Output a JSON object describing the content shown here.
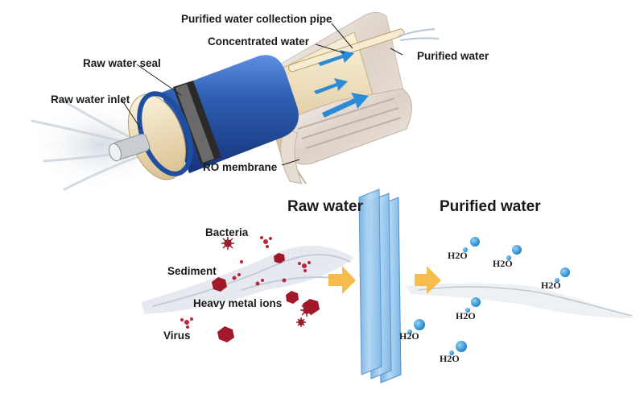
{
  "filter_labels": {
    "collection_pipe": "Purified water collection pipe",
    "concentrated": "Concentrated water",
    "purified": "Purified water",
    "raw_seal": "Raw water seal",
    "raw_inlet": "Raw water inlet",
    "membrane": "RO membrane"
  },
  "process_labels": {
    "raw_water": "Raw water",
    "purified_water": "Purified water"
  },
  "contaminants": {
    "bacteria": "Bacteria",
    "sediment": "Sediment",
    "heavy_metal": "Heavy metal ions",
    "virus": "Virus"
  },
  "molecule_label": "H2O",
  "colors": {
    "membrane_blue": "#2f5fb3",
    "tube_cream": "#efe2c2",
    "arrow_blue": "#2a8bd6",
    "water_drop": "#2a9ad6",
    "contaminant_red": "#9b1c2a",
    "glass_panel": "#8fc4ee",
    "flow_arrow": "#f5b53a"
  }
}
